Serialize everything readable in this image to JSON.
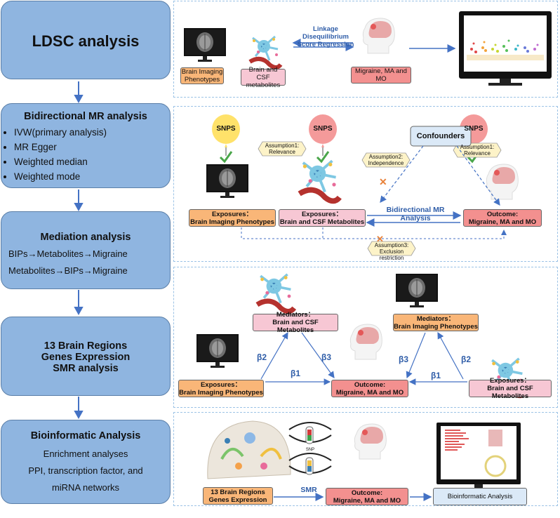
{
  "left_steps": [
    {
      "title": "LDSC analysis"
    },
    {
      "title": "Bidirectional MR analysis",
      "items": [
        "IVW(primary analysis)",
        "MR Egger",
        "Weighted median",
        "Weighted mode"
      ]
    },
    {
      "title": "Mediation analysis",
      "lines": [
        "BIPs→Metabolites→Migraine",
        "Metabolites→BIPs→Migraine"
      ]
    },
    {
      "title_lines": [
        "13 Brain Regions",
        "Genes Expression",
        "SMR analysis"
      ]
    },
    {
      "title": "Bioinformatic Analysis",
      "lines": [
        "Enrichment analyses",
        "PPI, transcription factor, and",
        "miRNA networks"
      ]
    }
  ],
  "panel1": {
    "bip_label": "Brain Imaging Phenotypes",
    "metab_label": "Brain and CSF metabolites",
    "ldsc_label": "Linkage Disequilibrium Score Regression",
    "migraine_label": "Migraine, MA and MO"
  },
  "panel2": {
    "snps": "SNPS",
    "assumption1": "Assumption1: Relevance",
    "assumption2": "Assumption2: Independence",
    "assumption3": "Assumption3: Exclusion restriction",
    "confounders": "Confounders",
    "exposure_bip_1": "Exposures：",
    "exposure_bip_2": "Brain Imaging Phenotypes",
    "exposure_metab_1": "Exposures：",
    "exposure_metab_2": "Brain and CSF Metabolites",
    "outcome_1": "Outcome:",
    "outcome_2": "Migraine, MA and MO",
    "mr_label": "Bidirectional MR Analysis"
  },
  "panel3": {
    "mediator_metab_1": "Mediators：",
    "mediator_metab_2": "Brain and CSF Metabolites",
    "mediator_bip_1": "Mediators：",
    "mediator_bip_2": "Brain Imaging Phenotypes",
    "exposure_bip_1": "Exposures：",
    "exposure_bip_2": "Brain Imaging Phenotypes",
    "exposure_metab_1": "Exposures：",
    "exposure_metab_2": "Brain and CSF Metabolites",
    "outcome_1": "Outcome:",
    "outcome_2": "Migraine, MA and MO",
    "beta1": "β1",
    "beta2": "β2",
    "beta3": "β3"
  },
  "panel4": {
    "regions_1": "13 Brain Regions",
    "regions_2": "Genes Expression",
    "smr": "SMR",
    "snp": "SNP",
    "outcome_1": "Outcome:",
    "outcome_2": "Migraine, MA and MO",
    "bioinfo": "Bioinformatic Analysis"
  },
  "colors": {
    "left_box": "#8fb5e0",
    "arrow_blue": "#4472c4",
    "orange": "#f9b678",
    "pink": "#f7c7d4",
    "red": "#f3908f",
    "accent_text": "#2f5da8"
  },
  "icons": [
    "monitor-brain-mri-icon",
    "neuron-metabolite-icon",
    "head-brain-icon",
    "manhattan-plot-monitor-icon",
    "snp-balloon-icon",
    "dna-helix-icon",
    "brain-section-icon",
    "cross-mark-icon"
  ]
}
